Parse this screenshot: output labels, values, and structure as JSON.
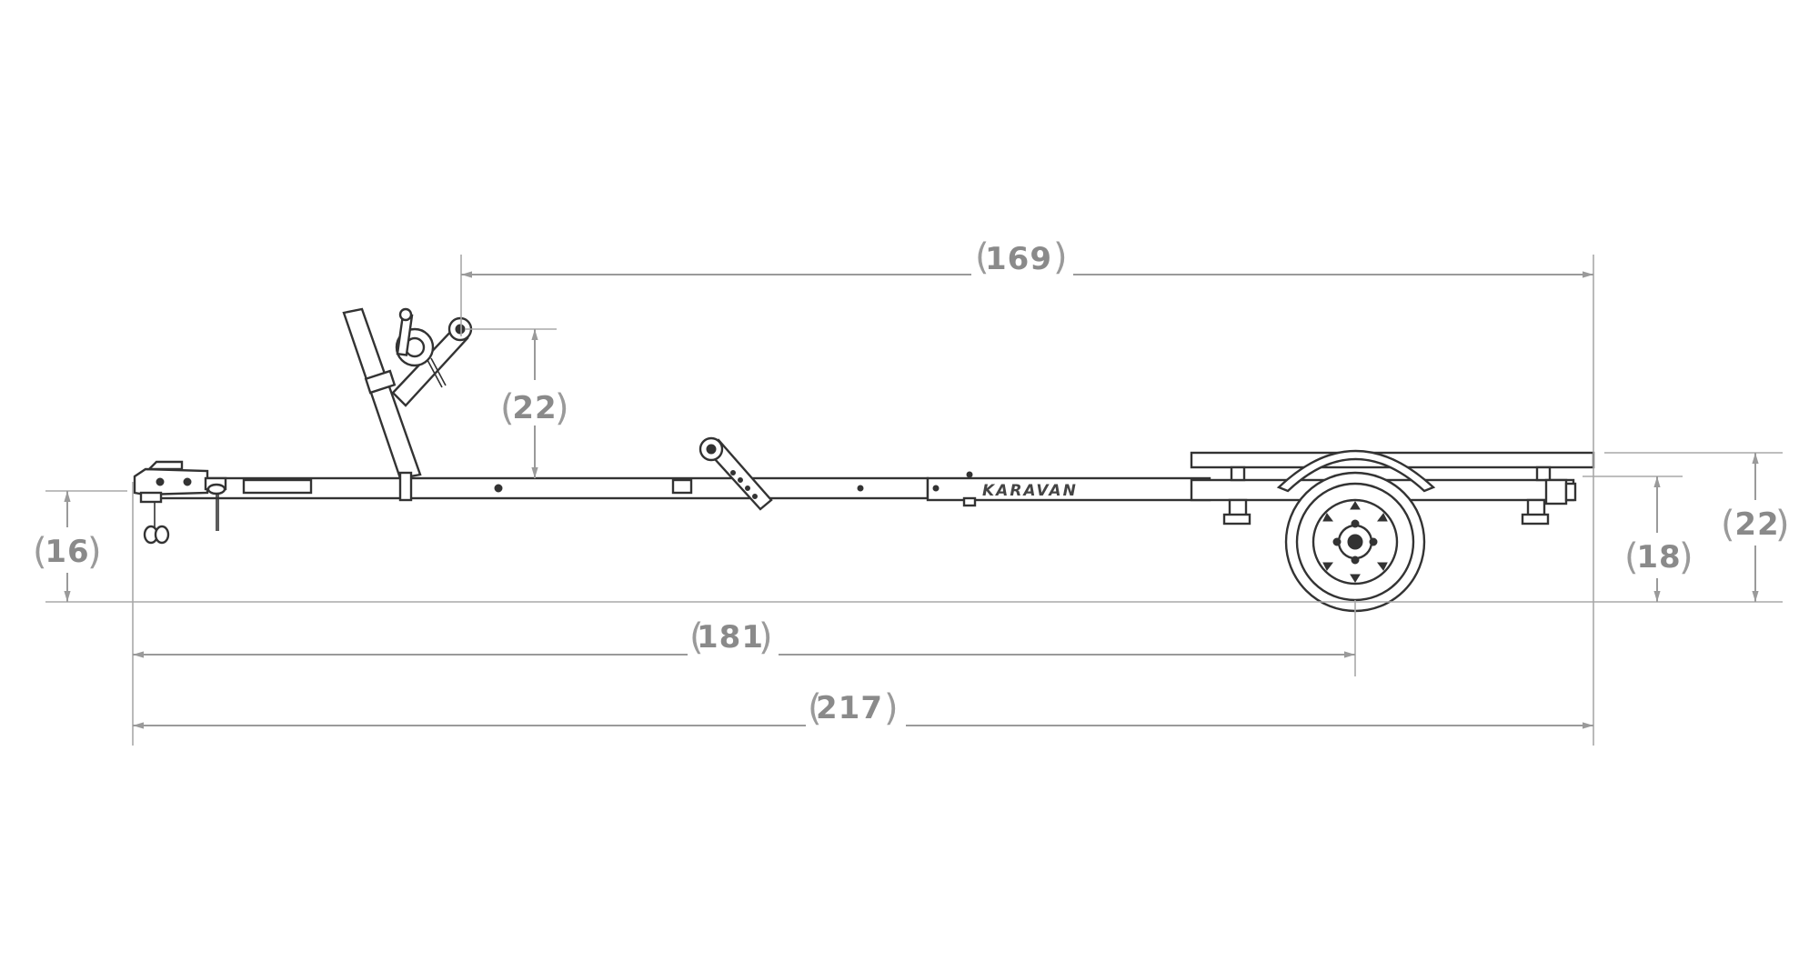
{
  "brand": "KARAVAN",
  "dimensions": {
    "overall_length": "217",
    "hitch_to_axle": "181",
    "winch_to_rear": "169",
    "winch_post_height": "22",
    "tongue_height": "16",
    "bunk_height_rear": "18",
    "overall_height_rear": "22"
  }
}
